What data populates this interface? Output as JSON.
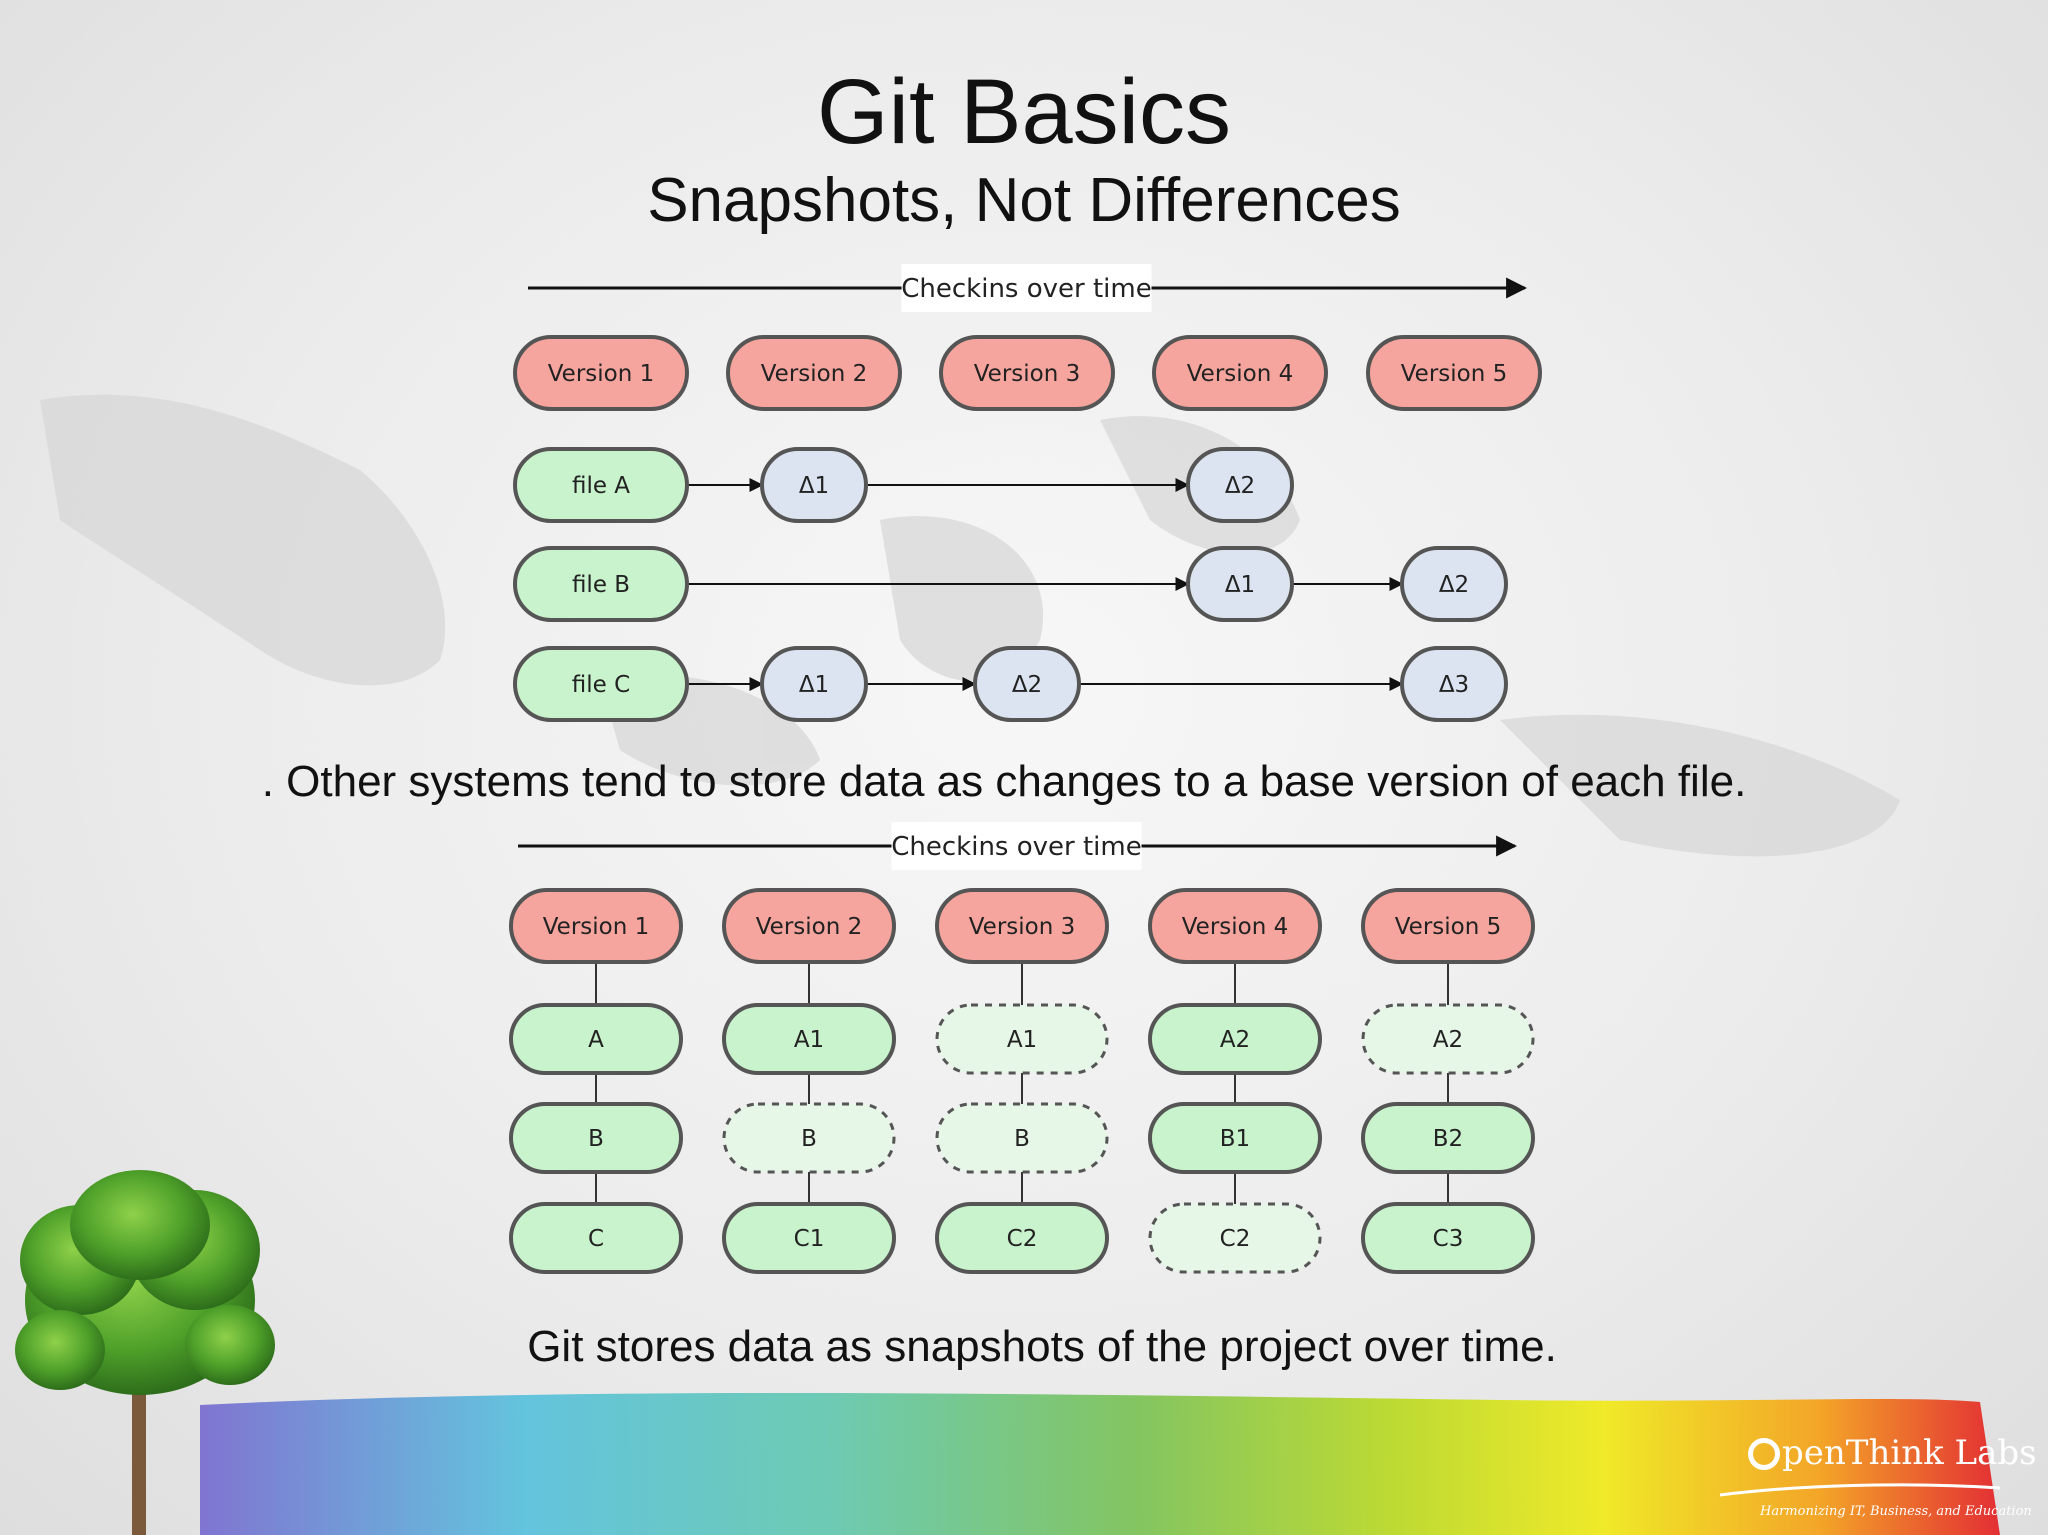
{
  "slide": {
    "title": "Git Basics",
    "subtitle": "Snapshots, Not Differences",
    "caption_top": ". Other systems tend to store data as changes to a base version of each file.",
    "caption_bottom": "Git stores data as snapshots of the project over time."
  },
  "colors": {
    "version_fill": "#f5a59d",
    "file_fill": "#c8f3cc",
    "delta_fill": "#dbe4f0",
    "stroke": "#555555"
  },
  "diagram_delta": {
    "timeline_label": "Checkins over time",
    "versions": [
      "Version 1",
      "Version 2",
      "Version 3",
      "Version 4",
      "Version 5"
    ],
    "files": [
      {
        "name": "file A",
        "deltas": [
          {
            "col": 1,
            "label": "Δ1"
          },
          {
            "col": 3,
            "label": "Δ2"
          }
        ]
      },
      {
        "name": "file B",
        "deltas": [
          {
            "col": 3,
            "label": "Δ1"
          },
          {
            "col": 4,
            "label": "Δ2"
          }
        ]
      },
      {
        "name": "file C",
        "deltas": [
          {
            "col": 1,
            "label": "Δ1"
          },
          {
            "col": 2,
            "label": "Δ2"
          },
          {
            "col": 4,
            "label": "Δ3"
          }
        ]
      }
    ]
  },
  "diagram_snapshot": {
    "timeline_label": "Checkins over time",
    "versions": [
      "Version 1",
      "Version 2",
      "Version 3",
      "Version 4",
      "Version 5"
    ],
    "snapshots": [
      [
        {
          "label": "A",
          "ref": false
        },
        {
          "label": "B",
          "ref": false
        },
        {
          "label": "C",
          "ref": false
        }
      ],
      [
        {
          "label": "A1",
          "ref": false
        },
        {
          "label": "B",
          "ref": true
        },
        {
          "label": "C1",
          "ref": false
        }
      ],
      [
        {
          "label": "A1",
          "ref": true
        },
        {
          "label": "B",
          "ref": true
        },
        {
          "label": "C2",
          "ref": false
        }
      ],
      [
        {
          "label": "A2",
          "ref": false
        },
        {
          "label": "B1",
          "ref": false
        },
        {
          "label": "C2",
          "ref": true
        }
      ],
      [
        {
          "label": "A2",
          "ref": true
        },
        {
          "label": "B2",
          "ref": false
        },
        {
          "label": "C3",
          "ref": false
        }
      ]
    ]
  },
  "logo": {
    "name_rest": "penThink Labs",
    "tagline": "Harmonizing IT, Business, and Education"
  }
}
